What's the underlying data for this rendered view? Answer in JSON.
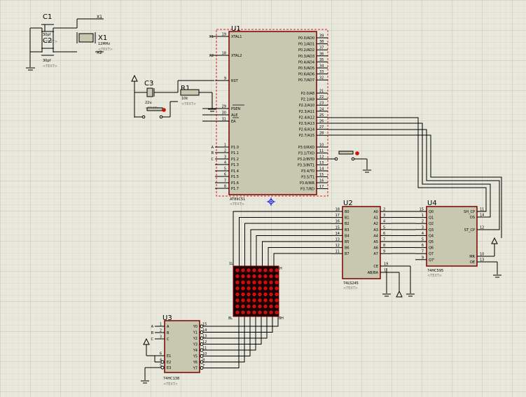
{
  "colors": {
    "background": "#e8e8dc",
    "grid_major": "#c2c2b2",
    "grid_minor": "#d7d7c9",
    "part": "#c8c8b0",
    "outline": "#7a0000",
    "wire": "#000000",
    "led": "#cc1010"
  },
  "text_placeholder": "<TEXT>",
  "crystal": {
    "c1": {
      "ref": "C1",
      "value": "30pf"
    },
    "c2": {
      "ref": "C2",
      "value": "30pf"
    },
    "x1": {
      "ref": "X1",
      "value": "12MHz"
    },
    "net_x1": "X1",
    "net_x2": "X2"
  },
  "reset": {
    "c3": {
      "ref": "C3",
      "value": "22u"
    },
    "r1": {
      "ref": "R1",
      "value": "10k"
    }
  },
  "u1": {
    "ref": "U1",
    "part": "AT89C51",
    "left_pins": [
      {
        "num": "19",
        "name": "XTAL1",
        "net": "X1"
      },
      {
        "num": "18",
        "name": "XTAL2",
        "net": "X2"
      },
      {
        "num": "9",
        "name": "RST",
        "net": ""
      },
      {
        "num": "29",
        "name": "PSEN",
        "net": ""
      },
      {
        "num": "30",
        "name": "ALE",
        "net": ""
      },
      {
        "num": "31",
        "name": "EA",
        "net": ""
      },
      {
        "num": "1",
        "name": "P1.0",
        "net": "A"
      },
      {
        "num": "2",
        "name": "P1.1",
        "net": "B"
      },
      {
        "num": "3",
        "name": "P1.2",
        "net": "C"
      },
      {
        "num": "4",
        "name": "P1.3",
        "net": ""
      },
      {
        "num": "5",
        "name": "P1.4",
        "net": ""
      },
      {
        "num": "6",
        "name": "P1.5",
        "net": ""
      },
      {
        "num": "7",
        "name": "P1.6",
        "net": ""
      },
      {
        "num": "8",
        "name": "P1.7",
        "net": ""
      }
    ],
    "right_pins": [
      {
        "num": "39",
        "name": "P0.0/AD0"
      },
      {
        "num": "38",
        "name": "P0.1/AD1"
      },
      {
        "num": "37",
        "name": "P0.2/AD2"
      },
      {
        "num": "36",
        "name": "P0.3/AD3"
      },
      {
        "num": "35",
        "name": "P0.4/AD4"
      },
      {
        "num": "34",
        "name": "P0.5/AD5"
      },
      {
        "num": "33",
        "name": "P0.6/AD6"
      },
      {
        "num": "32",
        "name": "P0.7/AD7"
      },
      {
        "num": "21",
        "name": "P2.0/A8"
      },
      {
        "num": "22",
        "name": "P2.1/A9"
      },
      {
        "num": "23",
        "name": "P2.2/A10"
      },
      {
        "num": "24",
        "name": "P2.3/A11"
      },
      {
        "num": "25",
        "name": "P2.4/A12"
      },
      {
        "num": "26",
        "name": "P2.5/A13"
      },
      {
        "num": "27",
        "name": "P2.6/A14"
      },
      {
        "num": "28",
        "name": "P2.7/A15"
      },
      {
        "num": "10",
        "name": "P3.0/RXD"
      },
      {
        "num": "11",
        "name": "P3.1/TXD"
      },
      {
        "num": "12",
        "name": "P3.2/INT0"
      },
      {
        "num": "13",
        "name": "P3.3/INT1"
      },
      {
        "num": "14",
        "name": "P3.4/T0"
      },
      {
        "num": "15",
        "name": "P3.5/T1"
      },
      {
        "num": "16",
        "name": "P3.6/WR"
      },
      {
        "num": "17",
        "name": "P3.7/RD"
      }
    ]
  },
  "u2": {
    "ref": "U2",
    "part": "74LS245",
    "left_pins": [
      {
        "num": "18",
        "name": "B0"
      },
      {
        "num": "17",
        "name": "B1"
      },
      {
        "num": "16",
        "name": "B2"
      },
      {
        "num": "15",
        "name": "B3"
      },
      {
        "num": "14",
        "name": "B4"
      },
      {
        "num": "13",
        "name": "B5"
      },
      {
        "num": "12",
        "name": "B6"
      },
      {
        "num": "11",
        "name": "B7"
      }
    ],
    "right_pins": [
      {
        "num": "2",
        "name": "A0"
      },
      {
        "num": "3",
        "name": "A1"
      },
      {
        "num": "4",
        "name": "A2"
      },
      {
        "num": "5",
        "name": "A3"
      },
      {
        "num": "6",
        "name": "A4"
      },
      {
        "num": "7",
        "name": "A5"
      },
      {
        "num": "8",
        "name": "A6"
      },
      {
        "num": "9",
        "name": "A7"
      }
    ],
    "ctrl_pins": [
      {
        "num": "19",
        "name": "CE"
      },
      {
        "num": "1",
        "name": "AB/BA"
      }
    ]
  },
  "u4": {
    "ref": "U4",
    "part": "74HC595",
    "left_pins": [
      {
        "num": "15",
        "name": "Q0"
      },
      {
        "num": "1",
        "name": "Q1"
      },
      {
        "num": "2",
        "name": "Q2"
      },
      {
        "num": "3",
        "name": "Q3"
      },
      {
        "num": "4",
        "name": "Q4"
      },
      {
        "num": "5",
        "name": "Q5"
      },
      {
        "num": "6",
        "name": "Q6"
      },
      {
        "num": "7",
        "name": "Q7"
      },
      {
        "num": "9",
        "name": "Q7'"
      }
    ],
    "right_pins": [
      {
        "num": "11",
        "name": "SH_CP"
      },
      {
        "num": "14",
        "name": "DS"
      },
      {
        "num": "12",
        "name": "ST_CP"
      },
      {
        "num": "10",
        "name": "MR"
      },
      {
        "num": "13",
        "name": "OE"
      }
    ]
  },
  "u3": {
    "ref": "U3",
    "part": "74HC138",
    "left_pins": [
      {
        "num": "1",
        "name": "A",
        "net": "A"
      },
      {
        "num": "2",
        "name": "B",
        "net": "B"
      },
      {
        "num": "3",
        "name": "C",
        "net": "C"
      },
      {
        "num": "6",
        "name": "E1",
        "net": ""
      },
      {
        "num": "4",
        "name": "E2",
        "net": ""
      },
      {
        "num": "5",
        "name": "E3",
        "net": ""
      }
    ],
    "right_pins": [
      {
        "num": "15",
        "name": "Y0"
      },
      {
        "num": "14",
        "name": "Y1"
      },
      {
        "num": "13",
        "name": "Y2"
      },
      {
        "num": "12",
        "name": "Y3"
      },
      {
        "num": "11",
        "name": "Y4"
      },
      {
        "num": "10",
        "name": "Y5"
      },
      {
        "num": "9",
        "name": "Y6"
      },
      {
        "num": "7",
        "name": "Y7"
      }
    ]
  },
  "matrix": {
    "rows": 8,
    "cols": 8,
    "corner_tl": "1L",
    "corner_tr": "H",
    "corner_bl": "8L",
    "corner_br": "8H"
  }
}
